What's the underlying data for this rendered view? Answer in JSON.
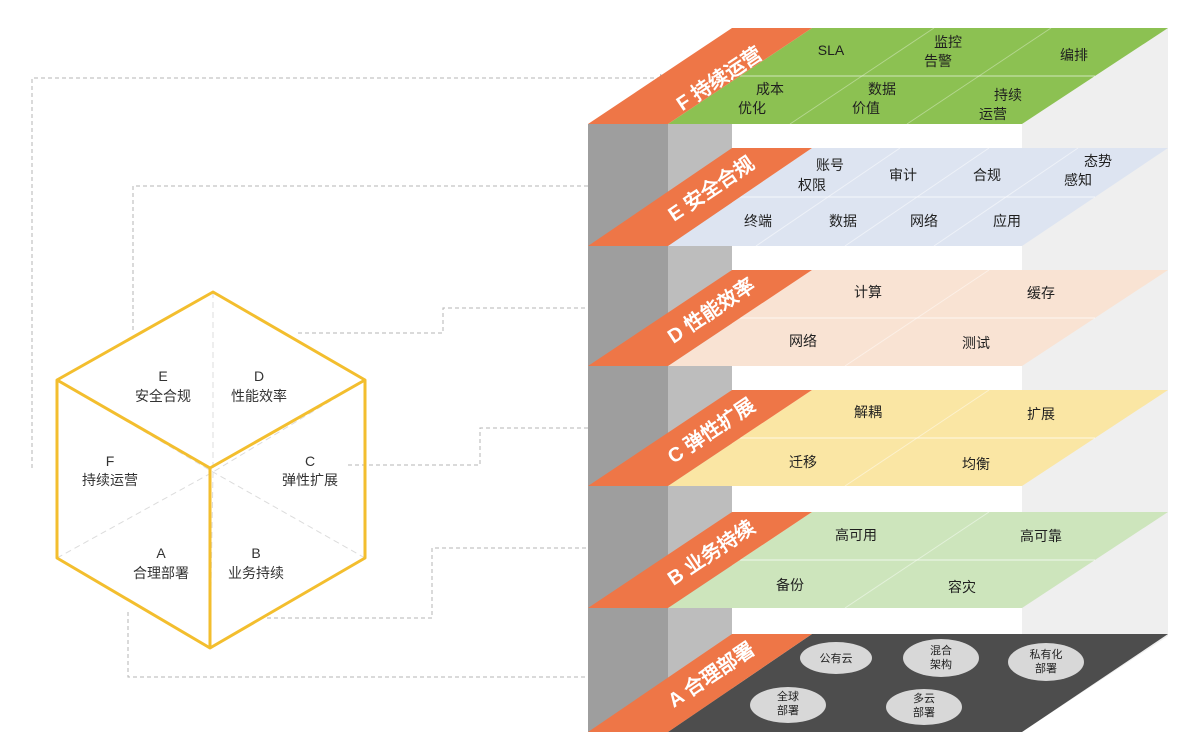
{
  "cube": {
    "faces": [
      {
        "id": "E",
        "letter": "E",
        "label": "安全合规"
      },
      {
        "id": "D",
        "letter": "D",
        "label": "性能效率"
      },
      {
        "id": "F",
        "letter": "F",
        "label": "持续运营"
      },
      {
        "id": "C",
        "letter": "C",
        "label": "弹性扩展"
      },
      {
        "id": "A",
        "letter": "A",
        "label": "合理部署"
      },
      {
        "id": "B",
        "letter": "B",
        "label": "业务持续"
      }
    ]
  },
  "layers": {
    "F": {
      "label": "F 持续运营",
      "color": "#8cc152",
      "items": [
        [
          "SLA"
        ],
        [
          "监控",
          "告警"
        ],
        [
          "编排"
        ],
        [
          "成本",
          "优化"
        ],
        [
          "数据",
          "价值"
        ],
        [
          "持续",
          "运营"
        ]
      ]
    },
    "E": {
      "label": "E 安全合规",
      "color": "#dde4f1",
      "items": [
        [
          "账号",
          "权限"
        ],
        [
          "审计"
        ],
        [
          "合规"
        ],
        [
          "态势",
          "感知"
        ],
        [
          "终端"
        ],
        [
          "数据"
        ],
        [
          "网络"
        ],
        [
          "应用"
        ]
      ]
    },
    "D": {
      "label": "D 性能效率",
      "color": "#f9e3d3",
      "items": [
        [
          "计算"
        ],
        [
          "缓存"
        ],
        [
          "网络"
        ],
        [
          "测试"
        ]
      ]
    },
    "C": {
      "label": "C 弹性扩展",
      "color": "#fae6a4",
      "items": [
        [
          "解耦"
        ],
        [
          "扩展"
        ],
        [
          "迁移"
        ],
        [
          "均衡"
        ]
      ]
    },
    "B": {
      "label": "B 业务持续",
      "color": "#cde5bc",
      "items": [
        [
          "高可用"
        ],
        [
          "高可靠"
        ],
        [
          "备份"
        ],
        [
          "容灾"
        ]
      ]
    },
    "A": {
      "label": "A 合理部署",
      "color": "#4d4d4d",
      "items": [
        [
          "公有云"
        ],
        [
          "混合",
          "架构"
        ],
        [
          "私有化",
          "部署"
        ],
        [
          "全球",
          "部署"
        ],
        [
          "多云",
          "部署"
        ]
      ]
    }
  },
  "colors": {
    "orange": "#ee7647",
    "cube_outline": "#f3be2e",
    "column_dark": "#9e9e9e",
    "column_mid": "#bdbdbd",
    "right_face": "#efefef"
  }
}
